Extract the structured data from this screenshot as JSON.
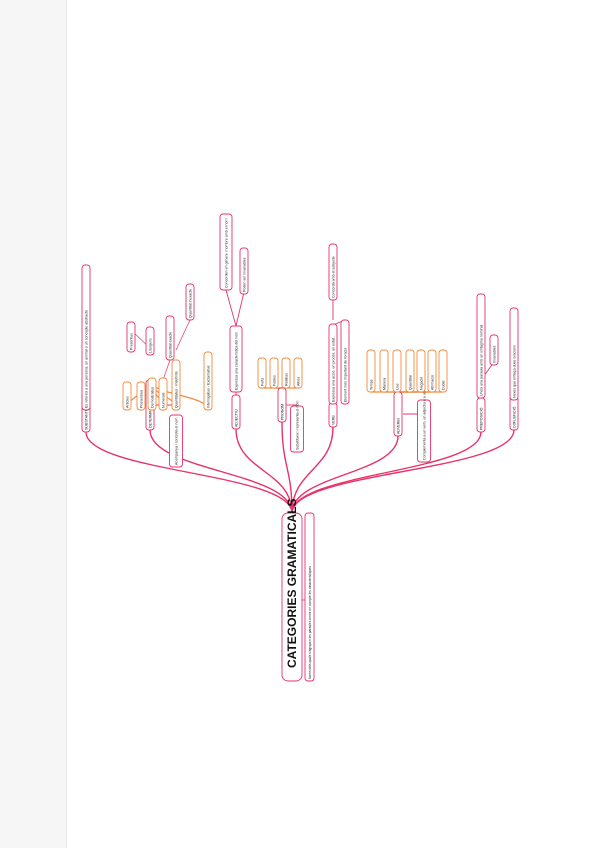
{
  "title": "CATEGORIES GRAMATICALS",
  "subtitle": "Noms dels quals s'agrupen les paraules tenint en compte les característiques",
  "colors": {
    "main": "#e8336a",
    "sub": "#f28a3c",
    "page": "#ffffff",
    "sidebar": "#f6f6f6"
  },
  "branches": [
    {
      "label": "SUBSTANTIU",
      "notes": [
        "Es refereix a una persona, un animal o un concepte abstracte"
      ]
    },
    {
      "label": "DETERMINANT",
      "notes": [
        "Acompanya i concreta el nom"
      ],
      "types": [
        "Articles",
        "Possessius",
        "Demostratius",
        "Numerals",
        "Quantitatius - Indefinits",
        "Interrogatius - Exclamatius"
      ],
      "subtypes": [
        "Presentius",
        "Litúrgens",
        "Quantitat exacte",
        "Quantitat inexacte"
      ]
    },
    {
      "label": "ADJECTIU",
      "notes": [
        "Expressa una característica del nom",
        "Concorden en gènere i nombre amb el nom",
        "Poden ser invariables"
      ]
    },
    {
      "label": "PRONOM",
      "notes": [
        "Substitueix i representa el nom"
      ],
      "types": [
        "Forts",
        "Febles",
        "Relatius",
        "Altres"
      ]
    },
    {
      "label": "VERB",
      "notes": [
        "Expressa una acció, un procés, un estat...",
        "Element més important de l'oració",
        "Concorda amb el subjecte"
      ]
    },
    {
      "label": "ADVERBI",
      "notes": [
        "Complementa a un verb, un adjectiu o a un altre adverbi"
      ],
      "types": [
        "Temps",
        "Manera",
        "Lloc",
        "Quantitat",
        "Negació",
        "Afirmació",
        "Dubte"
      ]
    },
    {
      "label": "PREPOSICIÓ",
      "notes": [
        "Uneix una paraula amb un sintagma nominal",
        "Invariables"
      ]
    },
    {
      "label": "CONJUNCIÓ",
      "notes": [
        "Nexes que enllaça dues oracions"
      ]
    }
  ]
}
